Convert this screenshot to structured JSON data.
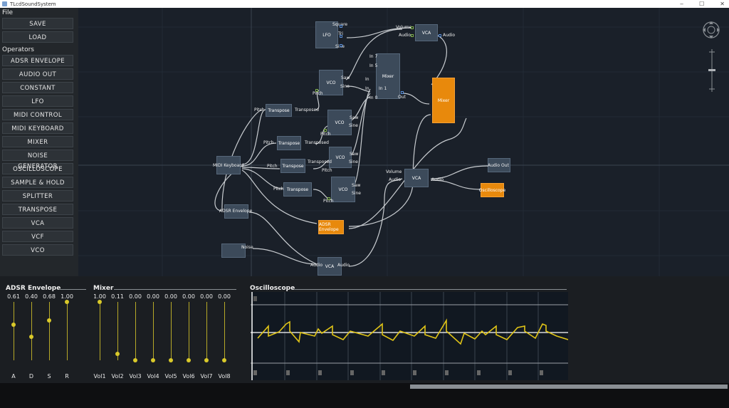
{
  "window": {
    "title": "TLcdSoundSystem",
    "minimize": "‒",
    "maximize": "☐",
    "close": "✕"
  },
  "sidebar": {
    "file_label": "File",
    "file_buttons": [
      "SAVE",
      "LOAD"
    ],
    "operators_label": "Operators",
    "operators": [
      "ADSR ENVELOPE",
      "AUDIO OUT",
      "CONSTANT",
      "LFO",
      "MIDI CONTROL",
      "MIDI KEYBOARD",
      "MIXER",
      "NOISE GENERATOR",
      "OSCILLOSCOPE",
      "SAMPLE & HOLD",
      "SPLITTER",
      "TRANSPOSE",
      "VCA",
      "VCF",
      "VCO"
    ]
  },
  "graph": {
    "nodes": {
      "lfo": {
        "name": "LFO",
        "square": "Square",
        "tri": "Tri",
        "sine": "Sine"
      },
      "vca_top": {
        "name": "VCA",
        "volume": "Volume",
        "audio_in": "Audio",
        "audio_out": "Audio"
      },
      "mixer": {
        "name": "Mixer",
        "in7": "In 7",
        "in5": "In 5",
        "in_a": "In",
        "in_b": "In",
        "in1": "In 1",
        "in0": "In 0",
        "out": "Out"
      },
      "mixer_orange": {
        "name": "Mixer"
      },
      "vco1": {
        "name": "VCO",
        "saw": "Saw",
        "sine": "Sine",
        "pitch": "Pitch"
      },
      "vco2": {
        "name": "VCO",
        "saw": "Saw",
        "sine": "Sine",
        "pitch": "Pitch"
      },
      "vco3": {
        "name": "VCO",
        "saw": "Saw",
        "sine": "Sine",
        "pitch": "Pitch"
      },
      "vco4": {
        "name": "VCO",
        "saw": "Saw",
        "sine": "Sine",
        "pitch": "Pitch"
      },
      "transpose1": {
        "pitch": "Pitch",
        "name": "Transpose",
        "out": "Transposed"
      },
      "transpose2": {
        "pitch": "Pitch",
        "name": "Transpose",
        "out": "Transposed"
      },
      "transpose3": {
        "pitch": "Pitch",
        "name": "Transpose",
        "out": "Transposed"
      },
      "transpose4": {
        "pitch": "Pitch",
        "name": "Transpose"
      },
      "midi_keyboard": {
        "name": "MIDI Keyboard"
      },
      "adsr_envelope": {
        "name": "ADSR Envelope"
      },
      "adsr_orange": {
        "name": "ADSR Envelope"
      },
      "noise": {
        "name": "Noise"
      },
      "vca_mid": {
        "name": "VCA",
        "volume": "Volume",
        "audio_in": "Audio",
        "audio_out": "Audio"
      },
      "vca_bottom": {
        "name": "VCA",
        "audio_in": "Audio",
        "audio_out": "Audio"
      },
      "audio_out": {
        "name": "Audio Out"
      },
      "oscilloscope": {
        "name": "Oscilloscope"
      }
    }
  },
  "adsr_panel": {
    "title": "ADSR Envelope",
    "sliders": [
      {
        "label": "A",
        "value": "0.61",
        "level": 0.61
      },
      {
        "label": "D",
        "value": "0.40",
        "level": 0.4
      },
      {
        "label": "S",
        "value": "0.68",
        "level": 0.68
      },
      {
        "label": "R",
        "value": "1.00",
        "level": 1.0
      }
    ]
  },
  "mixer_panel": {
    "title": "Mixer",
    "sliders": [
      {
        "label": "Vol1",
        "value": "1.00",
        "level": 1.0
      },
      {
        "label": "Vol2",
        "value": "0.11",
        "level": 0.11
      },
      {
        "label": "Vol3",
        "value": "0.00",
        "level": 0.0
      },
      {
        "label": "Vol4",
        "value": "0.00",
        "level": 0.0
      },
      {
        "label": "Vol5",
        "value": "0.00",
        "level": 0.0
      },
      {
        "label": "Vol6",
        "value": "0.00",
        "level": 0.0
      },
      {
        "label": "Vol7",
        "value": "0.00",
        "level": 0.0
      },
      {
        "label": "Vol8",
        "value": "0.00",
        "level": 0.0
      }
    ]
  },
  "oscilloscope_panel": {
    "title": "Oscilloscope",
    "trace_color": "#e0c417"
  },
  "colors": {
    "accent": "#e8890c",
    "slider": "#d9c92a",
    "node": "#3c4a5a"
  }
}
